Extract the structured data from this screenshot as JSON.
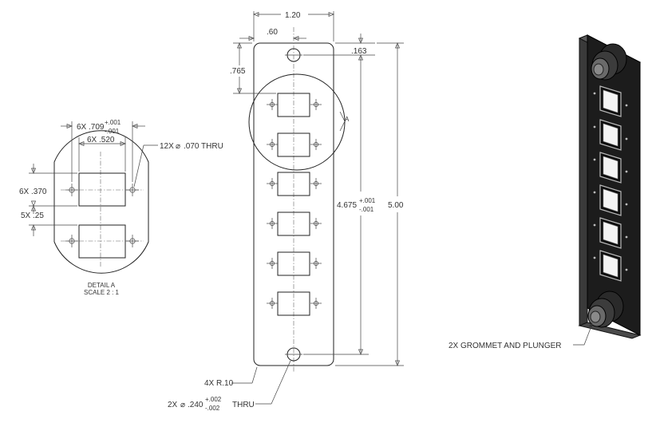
{
  "dimensions": {
    "overall_width": "1.20",
    "center_offset": ".60",
    "top_edge": ".163",
    "first_port": ".765",
    "hole_span_base": "4.675",
    "hole_span_plus": "+.001",
    "hole_span_minus": "-.001",
    "height": "5.00",
    "corner_radius": "4X R.10",
    "mount_hole_prefix": "2X",
    "mount_hole_value": ".240",
    "mount_hole_plus": "+.002",
    "mount_hole_minus": "-.002",
    "mount_hole_suffix": "THRU"
  },
  "detail": {
    "hole_pitch_base": "6X .709",
    "hole_pitch_plus": "+.001",
    "hole_pitch_minus": "-.001",
    "port_width": "6X .520",
    "small_holes_prefix": "12X",
    "small_holes_value": ".070 THRU",
    "port_height": "6X .370",
    "port_gap": "5X .25",
    "title": "DETAIL A",
    "scale": "SCALE 2 : 1",
    "callout_letter": "A"
  },
  "iso": {
    "callout": "2X GROMMET AND PLUNGER"
  },
  "symbols": {
    "diameter": "⌀"
  }
}
